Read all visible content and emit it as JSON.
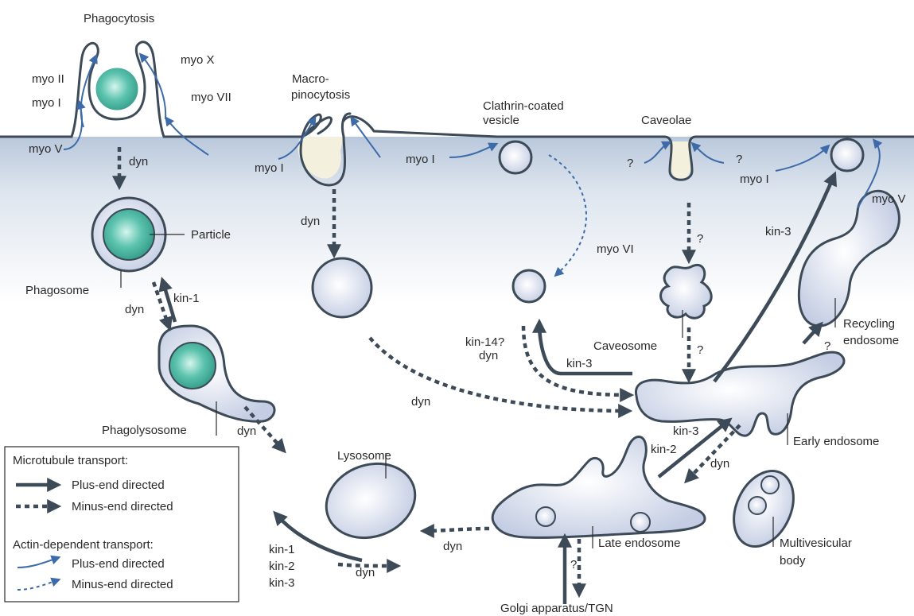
{
  "colors": {
    "cytoplasm": "#c9d6e6",
    "membrane": "#3d4a57",
    "vesicle_fill": "#dfe5f2",
    "particle": "#3fae9a",
    "myosin": "#3d6aa8",
    "microtubule": "#3d4a57",
    "extracellular_pocket": "#f4f0de"
  },
  "labels": {
    "phagocytosis": "Phagocytosis",
    "macropinocytosis_1": "Macro-",
    "macropinocytosis_2": "pinocytosis",
    "clathrin_1": "Clathrin-coated",
    "clathrin_2": "vesicle",
    "caveolae": "Caveolae",
    "particle": "Particle",
    "phagosome": "Phagosome",
    "phagolysosome": "Phagolysosome",
    "lysosome": "Lysosome",
    "caveosome": "Caveosome",
    "recycling_1": "Recycling",
    "recycling_2": "endosome",
    "early_endosome": "Early endosome",
    "late_endosome": "Late endosome",
    "mvb_1": "Multivesicular",
    "mvb_2": "body",
    "golgi": "Golgi apparatus/TGN"
  },
  "motors": {
    "myo_ii": "myo II",
    "myo_i": "myo I",
    "myo_x": "myo X",
    "myo_vii": "myo VII",
    "myo_v": "myo V",
    "myo_vi": "myo VI",
    "dyn": "dyn",
    "kin_1": "kin-1",
    "kin_2": "kin-2",
    "kin_3": "kin-3",
    "kin_14": "kin-14?",
    "q": "?"
  },
  "legend": {
    "microtubule_title": "Microtubule transport:",
    "mt_plus": "Plus-end directed",
    "mt_minus": "Minus-end directed",
    "actin_title": "Actin-dependent transport:",
    "actin_plus": "Plus-end directed",
    "actin_minus": "Minus-end directed"
  }
}
